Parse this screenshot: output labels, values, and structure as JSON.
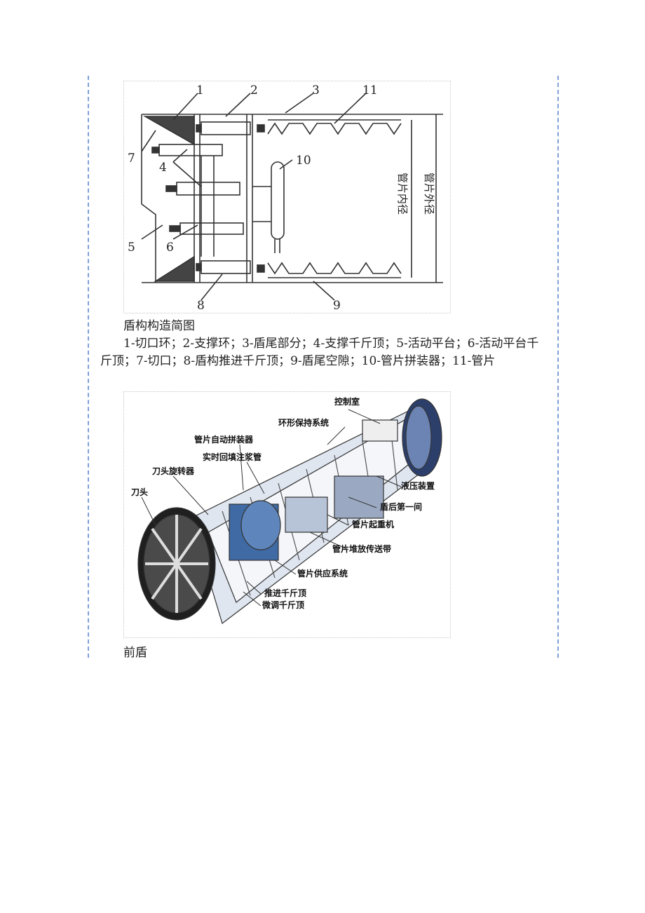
{
  "figure1": {
    "callouts": [
      "1",
      "2",
      "3",
      "11",
      "7",
      "4",
      "10",
      "5",
      "6",
      "8",
      "9"
    ],
    "dim_inner": "管片内径",
    "dim_outer": "管片外径"
  },
  "caption1": "盾构构造简图",
  "legend": "1-切口环；2-支撑环；3-盾尾部分；4-支撑千斤顶；5-活动平台；6-活动平台千斤顶；7-切口；8-盾构推进千斤顶；9-盾尾空隙；10-管片拼装器；11-管片",
  "figure2": {
    "labels": {
      "control_room": "控制室",
      "ring_holder": "环形保持系统",
      "segment_erector": "管片自动拼装器",
      "backfill_pipe": "实时回填注浆管",
      "cutter_rotator": "刀头旋转器",
      "cutter_head": "刀头",
      "hydraulic": "液压装置",
      "first_room": "盾后第一间",
      "segment_crane": "管片起重机",
      "segment_conveyor": "管片堆放传送带",
      "segment_supply": "管片供应系统",
      "thrust_jack": "推进千斤顶",
      "fine_jack": "微调千斤顶"
    }
  },
  "caption2": "前盾"
}
